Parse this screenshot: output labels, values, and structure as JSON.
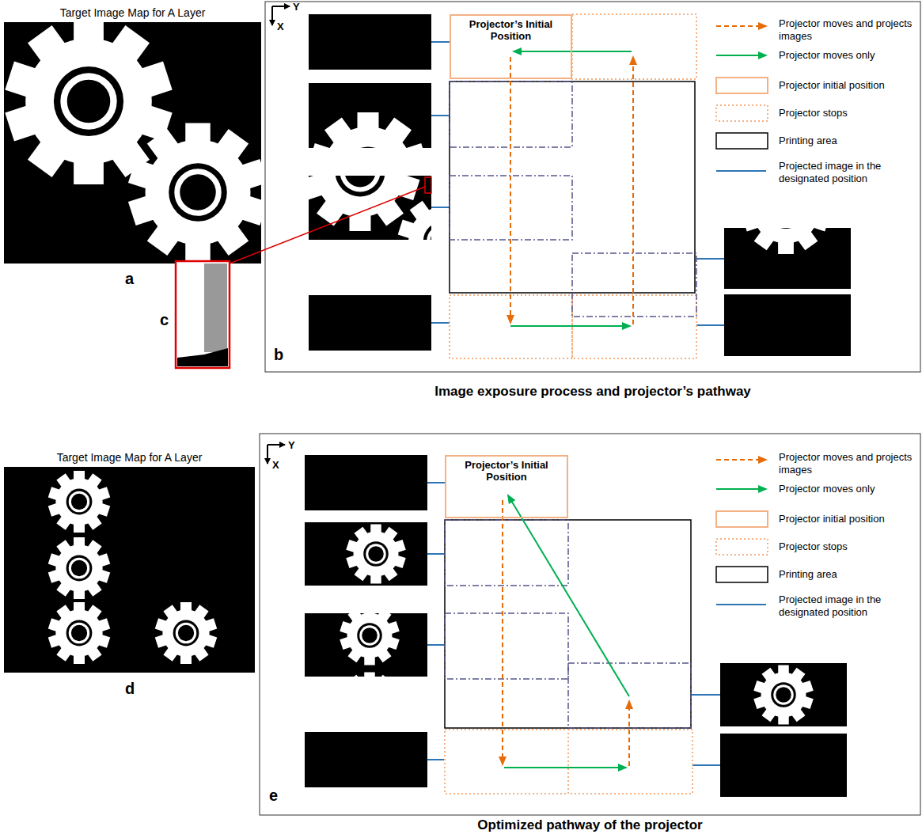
{
  "diagram": {
    "nodes": [
      {
        "text": [
          "Target Image Map for A Layer"
        ]
      },
      {
        "text": [
          "Projector’s Initial Position"
        ]
      },
      {
        "text": [
          "Target Image Map for A Layer"
        ]
      },
      {
        "text": [
          "Projector’s Initial Position"
        ]
      }
    ],
    "labels": [
      "a",
      "X",
      "Y",
      "c",
      "b",
      "Image exposure process and projector’s pathway",
      "d",
      "X",
      "Y",
      "e",
      "Optimized pathway of the projector"
    ],
    "legend": [
      {
        "text": "Projector moves and projects images"
      },
      {
        "text": "Projector moves only"
      },
      {
        "text": "Projector initial position"
      },
      {
        "text": "Projector stops"
      },
      {
        "text": "Printing area"
      },
      {
        "text": "Projected image in the designated position"
      },
      {
        "text": "Projector moves and projects images"
      },
      {
        "text": "Projector moves only"
      },
      {
        "text": "Projector initial position"
      },
      {
        "text": "Projector stops"
      },
      {
        "text": "Printing area"
      },
      {
        "text": "Projected image in the designated position"
      }
    ]
  }
}
